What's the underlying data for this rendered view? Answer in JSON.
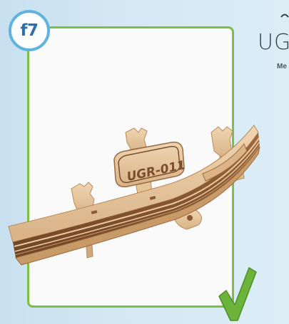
{
  "step": {
    "label": "f7"
  },
  "brand": {
    "logo_text": "UG",
    "subtitle": "Me"
  },
  "model": {
    "plate_text": "UGR-011"
  },
  "colors": {
    "frame_border": "#7ac043",
    "badge_border": "#5fb3e1",
    "badge_text": "#2e6fb0",
    "check": "#6bb33a",
    "wood_light": "#e8c9a2",
    "wood_dark": "#8a5a34"
  },
  "icons": {
    "completion": "check-icon",
    "brand": "brand-mark-icon"
  }
}
